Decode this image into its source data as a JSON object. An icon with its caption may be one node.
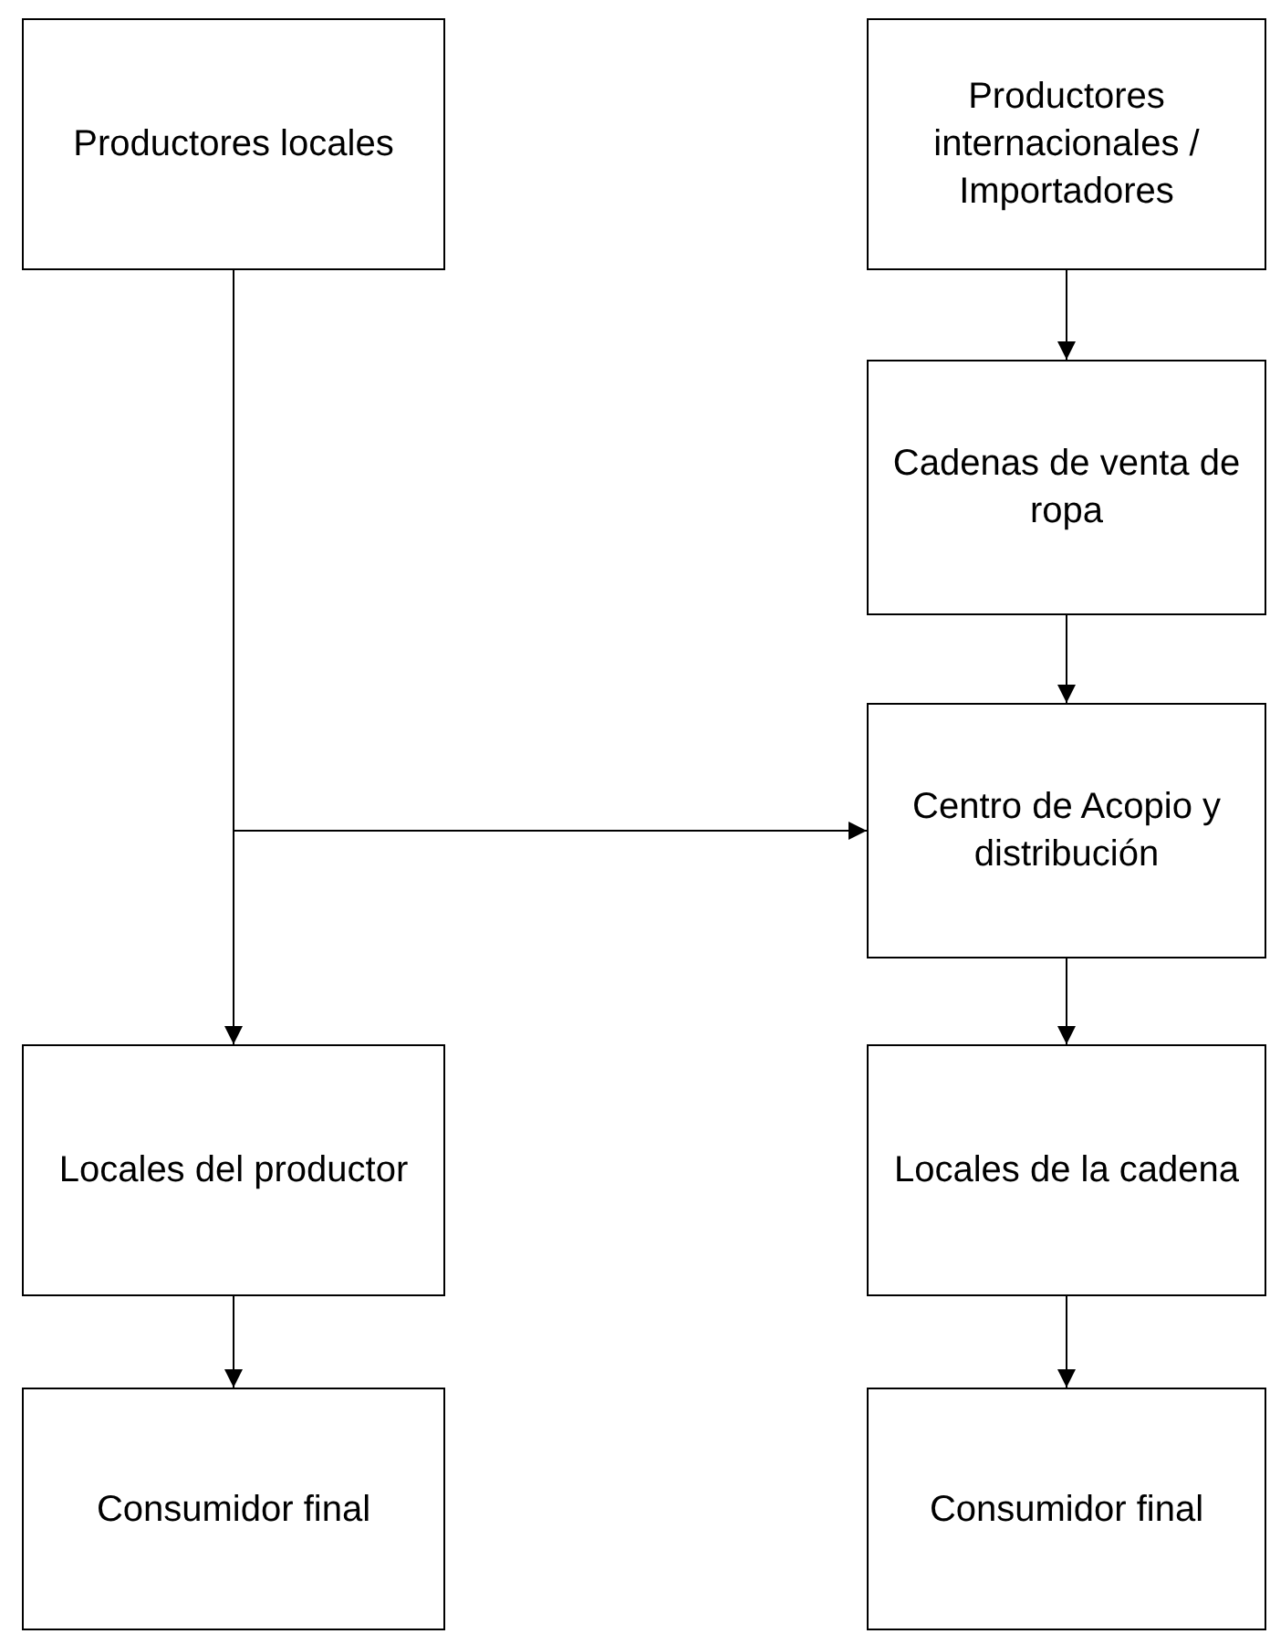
{
  "diagram": {
    "nodes": [
      {
        "text": [
          "Productores locales"
        ]
      },
      {
        "text": [
          "Productores internacionales / Importadores"
        ]
      },
      {
        "text": [
          "Cadenas de venta de ropa"
        ]
      },
      {
        "text": [
          "Centro de Acopio y distribución"
        ]
      },
      {
        "text": [
          "Locales del productor"
        ]
      },
      {
        "text": [
          "Locales de la cadena"
        ]
      },
      {
        "text": [
          "Consumidor final"
        ]
      },
      {
        "text": [
          "Consumidor final"
        ]
      }
    ],
    "edges": [
      {
        "from": 0,
        "to": 4,
        "arrow": "to"
      },
      {
        "from": 0,
        "to": 3,
        "arrow": "to"
      },
      {
        "from": 1,
        "to": 2,
        "arrow": "to"
      },
      {
        "from": 2,
        "to": 3,
        "arrow": "to"
      },
      {
        "from": 3,
        "to": 5,
        "arrow": "to"
      },
      {
        "from": 4,
        "to": 6,
        "arrow": "to"
      },
      {
        "from": 5,
        "to": 7,
        "arrow": "to"
      }
    ]
  }
}
